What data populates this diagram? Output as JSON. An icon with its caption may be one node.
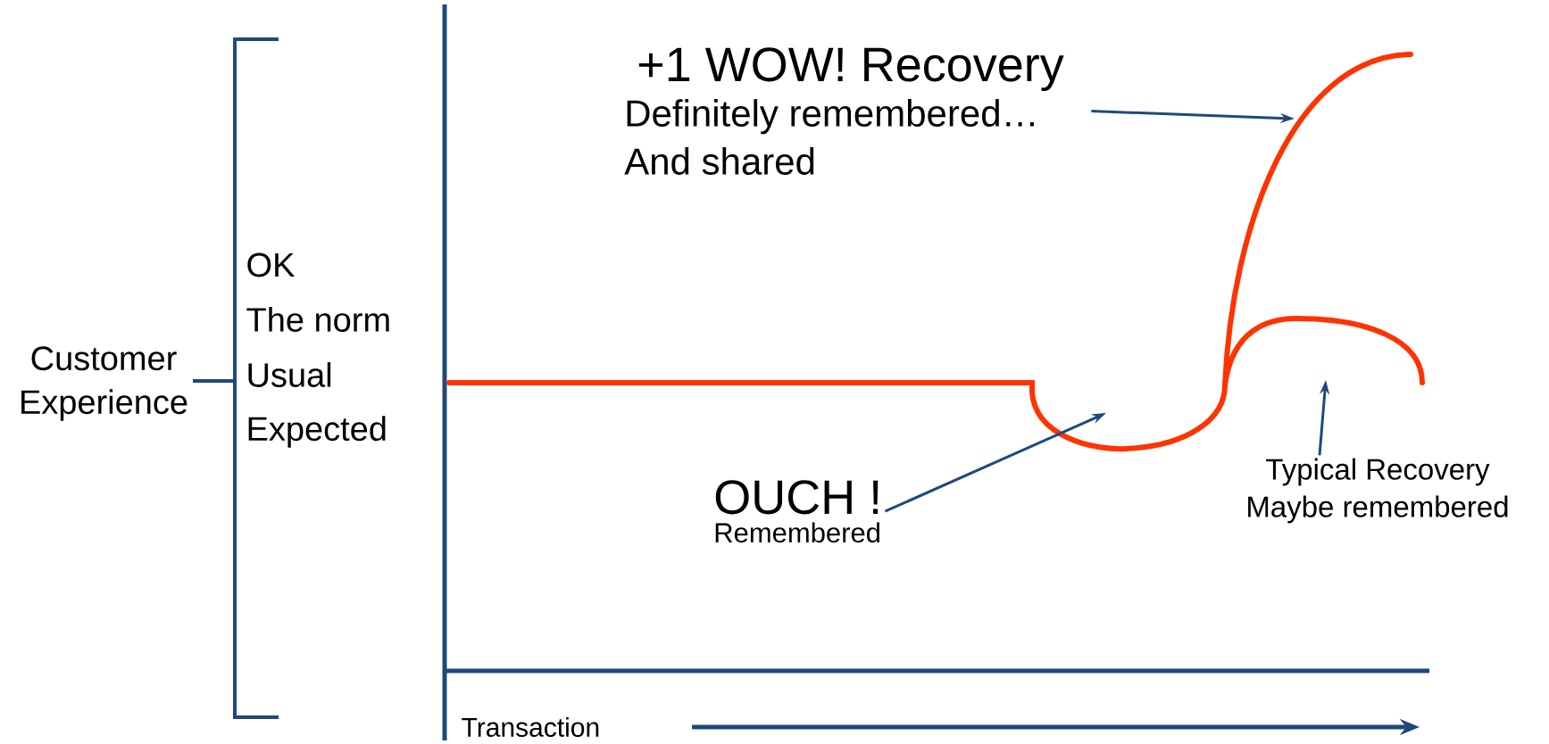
{
  "diagram": {
    "nodes": [
      {
        "text": [
          "+1 WOW! Recovery",
          "Definitely remembered… And shared"
        ]
      },
      {
        "text": [
          "OUCH !",
          "Remembered"
        ]
      },
      {
        "text": [
          "Typical Recovery Maybe remembered"
        ]
      }
    ],
    "edges": [
      {
        "from": 0,
        "to": null,
        "arrow": "to"
      },
      {
        "from": 1,
        "to": null,
        "arrow": "to"
      },
      {
        "from": 2,
        "to": null,
        "arrow": "to"
      }
    ],
    "labels": [
      "Customer Experience",
      "OK",
      "The norm",
      "Usual",
      "Expected",
      "Transaction"
    ]
  }
}
